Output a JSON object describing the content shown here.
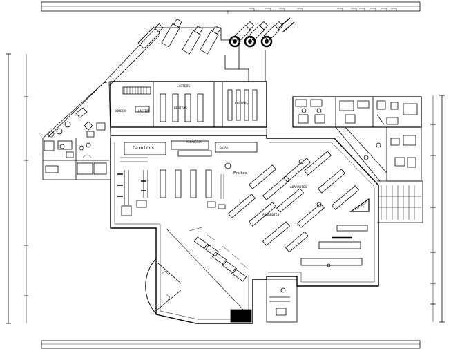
{
  "labels": {
    "lacteos": "LACTEOS",
    "bebidas_a": "BEBIDAS",
    "bebidas_b": "BEBIDAS",
    "bodega": "BODEGA",
    "carnicos": "Carnicos",
    "abarrotes_a": "ABARROTES",
    "abarrotes_b": "ABARROTES",
    "frutas": "Frutas",
    "panaderia": "PANADERIA",
    "cajas": "CAJAS",
    "lacteos_b": "LACTEOS"
  }
}
